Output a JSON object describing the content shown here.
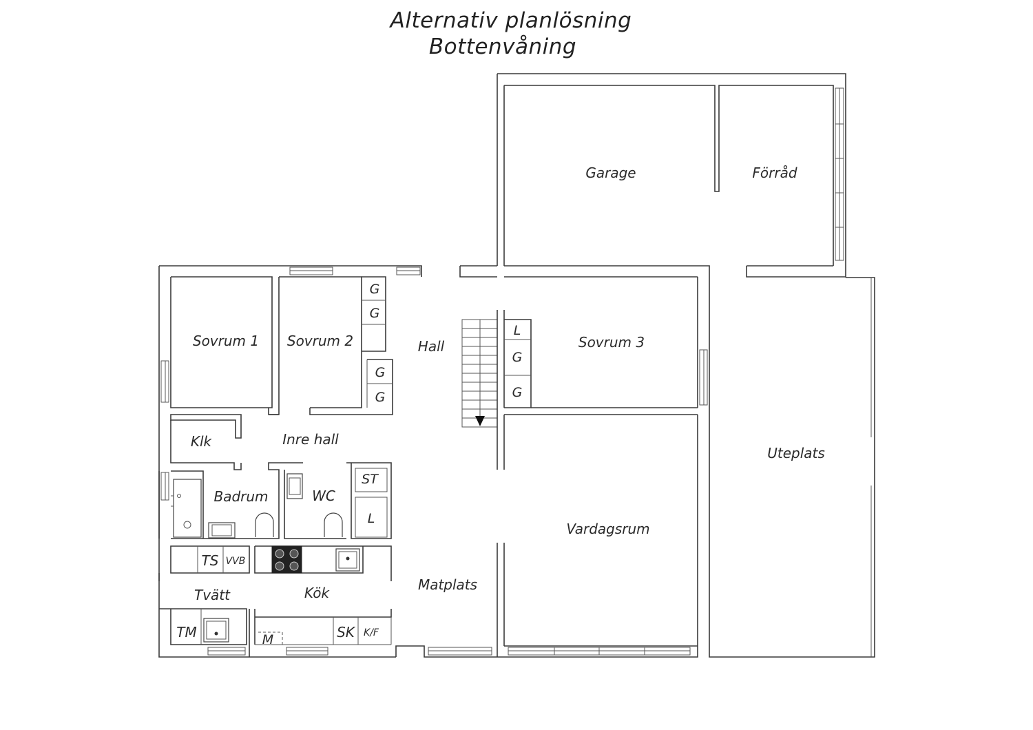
{
  "title": {
    "line1": "Alternativ planlösning",
    "line2": "Bottenvåning"
  },
  "rooms": {
    "garage": "Garage",
    "forrad": "Förråd",
    "sovrum1": "Sovrum 1",
    "sovrum2": "Sovrum 2",
    "sovrum3": "Sovrum 3",
    "hall": "Hall",
    "inre_hall": "Inre hall",
    "klk": "Klk",
    "badrum": "Badrum",
    "wc": "WC",
    "uteplats": "Uteplats",
    "vardagsrum": "Vardagsrum",
    "matplats": "Matplats",
    "kok": "Kök",
    "tvatt": "Tvätt"
  },
  "fixtures": {
    "g": "G",
    "l": "L",
    "st": "ST",
    "ts": "TS",
    "vvb": "VVB",
    "tm": "TM",
    "m": "M",
    "sk": "SK",
    "kf": "K/F"
  },
  "colors": {
    "wall": "#3a3a3a",
    "text": "#2b2b2b"
  }
}
